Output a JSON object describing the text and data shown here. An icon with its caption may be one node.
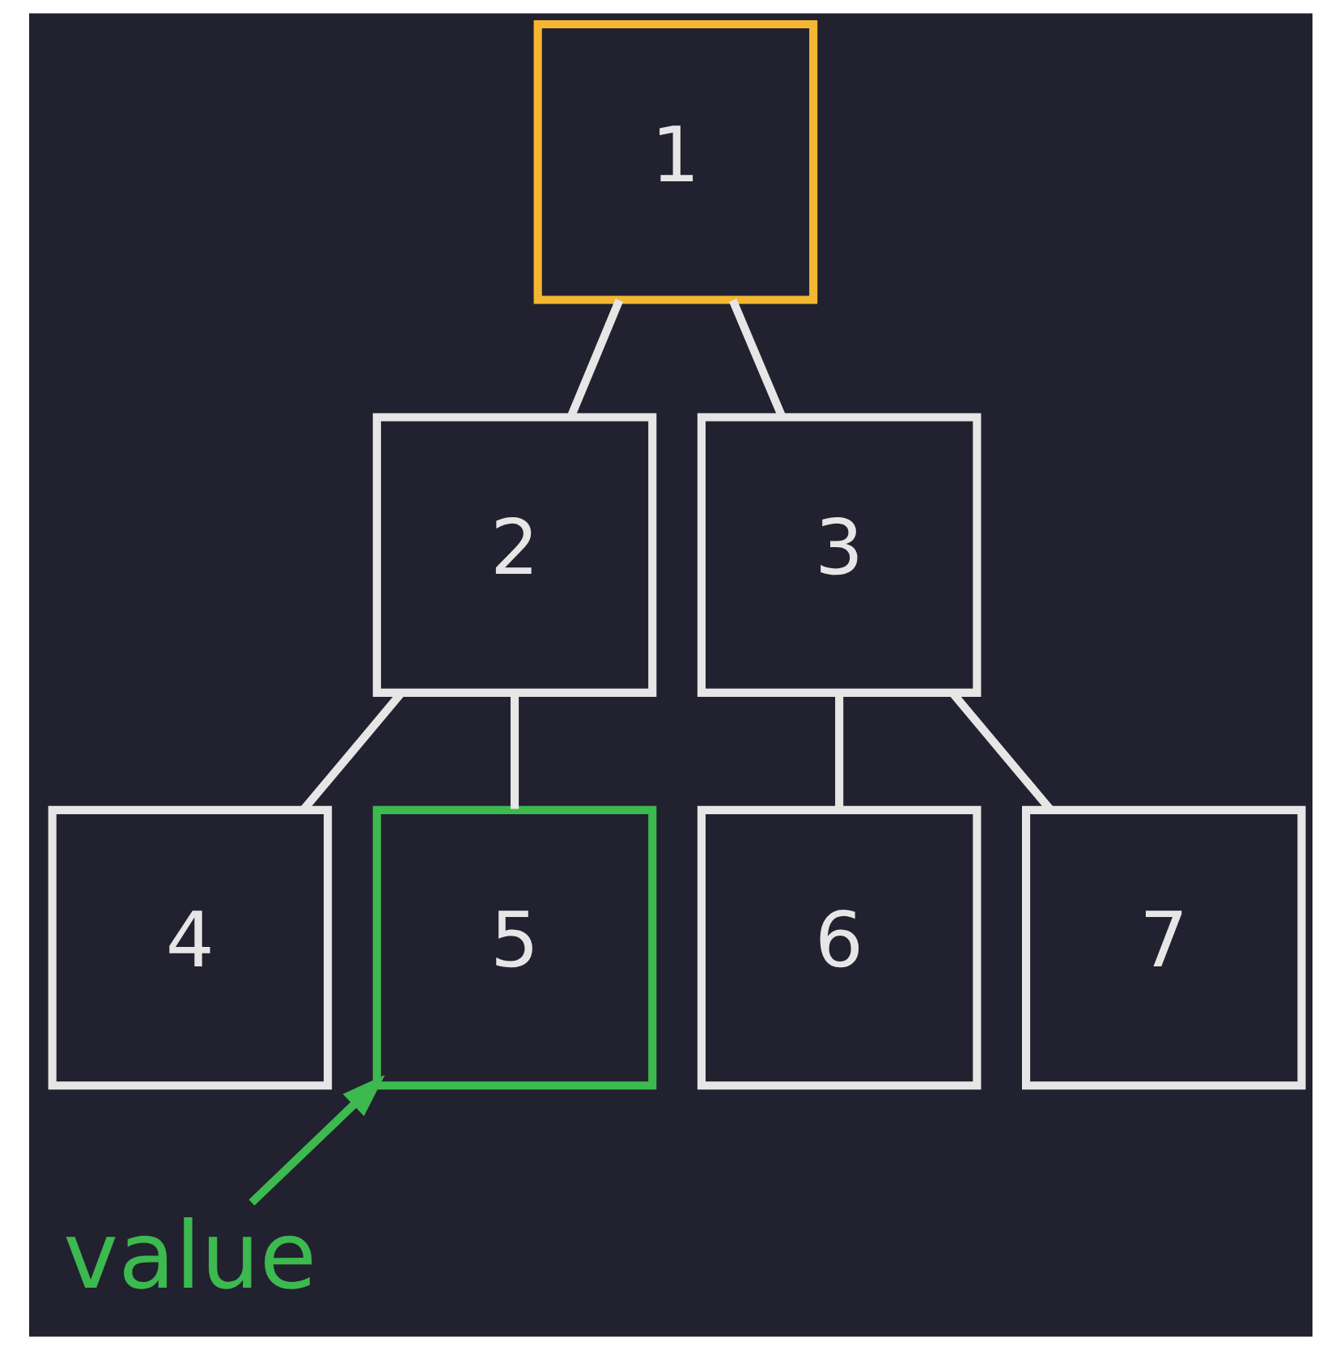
{
  "diagram": {
    "nodes": [
      {
        "text": [
          "1"
        ]
      },
      {
        "text": [
          "2"
        ]
      },
      {
        "text": [
          "3"
        ]
      },
      {
        "text": [
          "4"
        ]
      },
      {
        "text": [
          "5"
        ]
      },
      {
        "text": [
          "6"
        ]
      },
      {
        "text": [
          "7"
        ]
      },
      {
        "text": [
          "value"
        ]
      }
    ],
    "edges": [
      {
        "from": 0,
        "to": 1,
        "arrow": "none"
      },
      {
        "from": 0,
        "to": 2,
        "arrow": "none"
      },
      {
        "from": 1,
        "to": 3,
        "arrow": "none"
      },
      {
        "from": 1,
        "to": 4,
        "arrow": "none"
      },
      {
        "from": 2,
        "to": 5,
        "arrow": "none"
      },
      {
        "from": 2,
        "to": 6,
        "arrow": "none"
      },
      {
        "from": 7,
        "to": 4,
        "arrow": "to",
        "color": "#3cb94f"
      }
    ]
  }
}
